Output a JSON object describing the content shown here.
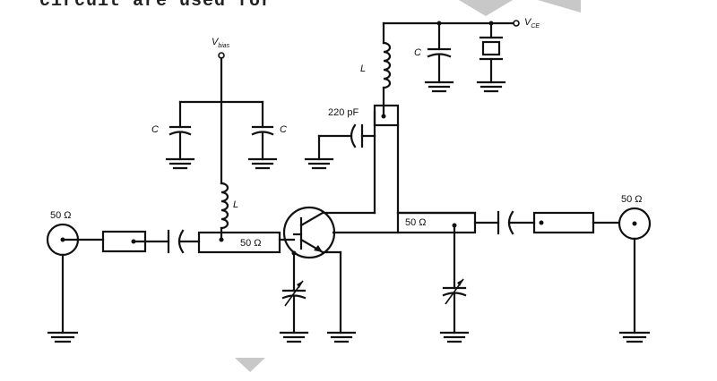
{
  "heading_fragment": "circuit are used for",
  "labels": {
    "v_bias": "V",
    "v_bias_sub": "bias",
    "v_ce": "V",
    "v_ce_sub": "CE",
    "inductor": "L",
    "capacitor": "C",
    "coupling_cap": "220 pF",
    "impedance": "50 Ω"
  },
  "colors": {
    "wire": "#111111",
    "arrow_mark": "#c8c8c8"
  }
}
